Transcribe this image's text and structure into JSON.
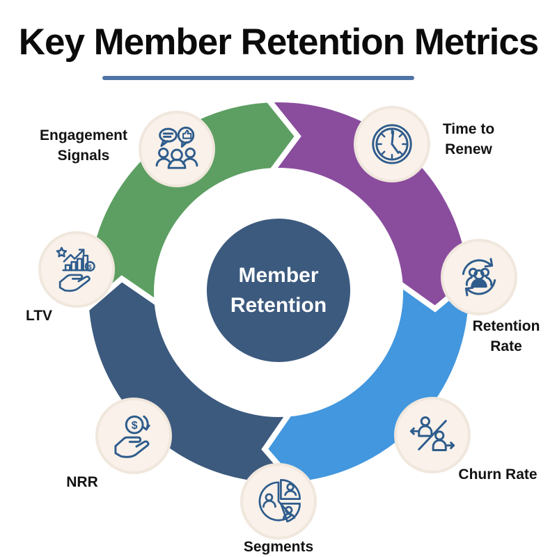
{
  "title": "Key Member Retention Metrics",
  "center": {
    "line1": "Member",
    "line2": "Retention"
  },
  "colors": {
    "title_text": "#0b0b0b",
    "underline": "#4f74a5",
    "green": "#5d9f62",
    "purple": "#8a4d9e",
    "light_blue": "#4297de",
    "dark_blue": "#3c5a7e",
    "center_circle": "#3c5a7e",
    "center_text": "#ffffff",
    "icon_bg": "#f9f1ea",
    "icon_rim": "#f0e7dd",
    "icon_stroke": "#2e5c8c",
    "label_text": "#121212"
  },
  "metrics": [
    {
      "id": "engagement-signals",
      "icon": "people-chat-icon",
      "lines": [
        "Engagement",
        "Signals"
      ]
    },
    {
      "id": "time-to-renew",
      "icon": "clock-icon",
      "lines": [
        "Time to",
        "Renew"
      ]
    },
    {
      "id": "retention-rate",
      "icon": "people-cycle-icon",
      "lines": [
        "Retention",
        "Rate"
      ]
    },
    {
      "id": "churn-rate",
      "icon": "people-percent-icon",
      "lines": [
        "Churn Rate"
      ]
    },
    {
      "id": "segments",
      "icon": "people-pie-icon",
      "lines": [
        "Segments"
      ]
    },
    {
      "id": "nrr",
      "icon": "hand-coin-icon",
      "lines": [
        "NRR"
      ]
    },
    {
      "id": "ltv",
      "icon": "hand-chart-icon",
      "lines": [
        "LTV"
      ]
    }
  ]
}
